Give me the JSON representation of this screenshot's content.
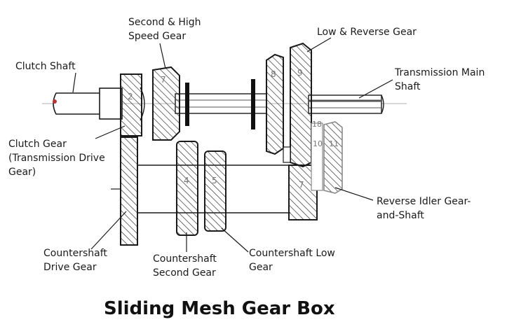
{
  "title": "Sliding Mesh Gear Box",
  "labels": {
    "clutch_shaft": "Clutch Shaft",
    "second_high": [
      "Second & High",
      "Speed Gear"
    ],
    "low_reverse": "Low & Reverse Gear",
    "transmission_main": [
      "Transmission Main",
      "Shaft"
    ],
    "clutch_gear": [
      "Clutch Gear",
      "(Transmission Drive",
      "Gear)"
    ],
    "reverse_idler": [
      "Reverse Idler Gear-",
      "and-Shaft"
    ],
    "countershaft_drive": [
      "Countershaft",
      "Drive Gear"
    ],
    "countershaft_second": [
      "Countershaft",
      "Second Gear"
    ],
    "countershaft_low": [
      "Countershaft Low",
      "Gear"
    ]
  },
  "gear_numbers": {
    "clutch_gear": "2",
    "second_gear": "7",
    "low_gear_a": "8",
    "low_gear_b": "9",
    "cs_second": "4",
    "cs_low": "5",
    "idler_small": "10",
    "idler_a": "11",
    "idler_top": "18",
    "cs_reverse": "7"
  },
  "colors": {
    "line": "#1a1a1a",
    "hatch": "#333333",
    "fill": "#ffffff"
  }
}
